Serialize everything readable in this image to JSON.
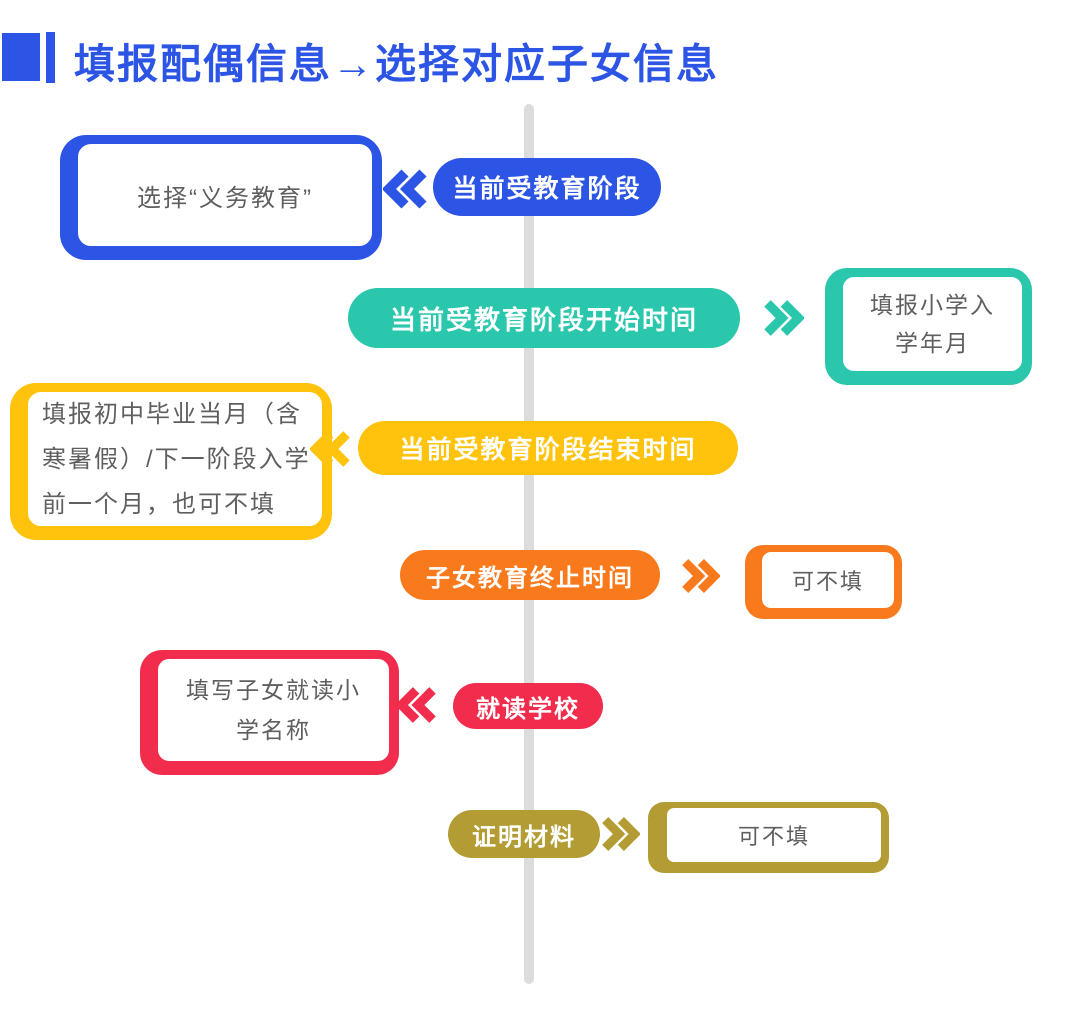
{
  "title": {
    "text": "填报配偶信息→选择对应子女信息",
    "color": "#2C55E6"
  },
  "timeline": {
    "color": "#DCDCDC"
  },
  "rows": [
    {
      "id": "current-stage",
      "color": "#2C55E6",
      "pill": "当前受教育阶段",
      "note": "选择“义务教育”",
      "chevron_direction": "left"
    },
    {
      "id": "stage-start-time",
      "color": "#2BC7AD",
      "pill": "当前受教育阶段开始时间",
      "note": "填报小学入\n学年月",
      "chevron_direction": "right"
    },
    {
      "id": "stage-end-time",
      "color": "#FFC30D",
      "pill": "当前受教育阶段结束时间",
      "note": "填报初中毕业当月（含\n寒暑假）/下一阶段入学\n前一个月，也可不填",
      "chevron_direction": "left"
    },
    {
      "id": "education-stop-time",
      "color": "#F87A1C",
      "pill": "子女教育终止时间",
      "note": "可不填",
      "chevron_direction": "right"
    },
    {
      "id": "attending-school",
      "color": "#F22C4D",
      "pill": "就读学校",
      "note": "填写子女就读小\n学名称",
      "chevron_direction": "left"
    },
    {
      "id": "proof-materials",
      "color": "#B29C33",
      "pill": "证明材料",
      "note": "可不填",
      "chevron_direction": "right"
    }
  ]
}
